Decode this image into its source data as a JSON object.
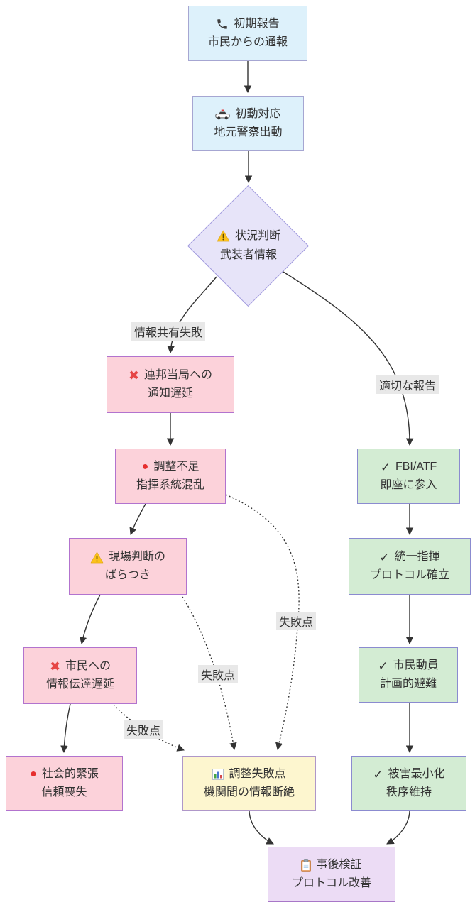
{
  "diagram": {
    "type": "flowchart",
    "nodes": {
      "initial_report": {
        "icon": "phone-icon",
        "line1": "初期報告",
        "line2": "市民からの通報"
      },
      "first_response": {
        "icon": "police-car-icon",
        "line1": "初動対応",
        "line2": "地元警察出動"
      },
      "situation_judgment": {
        "icon": "warning-icon",
        "line1": "状況判断",
        "line2": "武装者情報"
      },
      "notification_delay": {
        "icon": "cross-mark-icon",
        "glyph": "✖",
        "line1": "連邦当局への",
        "line2": "通知遅延"
      },
      "coordination_shortage": {
        "icon": "red-circle-icon",
        "glyph": "●",
        "line1": "調整不足",
        "line2": "指揮系統混乱"
      },
      "onsite_judgment_variation": {
        "icon": "warning-icon",
        "line1": "現場判断の",
        "line2": "ばらつき"
      },
      "citizen_info_delay": {
        "icon": "cross-mark-icon",
        "glyph": "✖",
        "line1": "市民への",
        "line2": "情報伝達遅延"
      },
      "social_tension": {
        "icon": "red-circle-icon",
        "glyph": "●",
        "line1": "社会的緊張",
        "line2": "信頼喪失"
      },
      "fbi_atf_entry": {
        "icon": "check-icon",
        "glyph": "✓",
        "line1": "FBI/ATF",
        "line2": "即座に参入"
      },
      "unified_command": {
        "icon": "check-icon",
        "glyph": "✓",
        "line1": "統一指揮",
        "line2": "プロトコル確立"
      },
      "citizen_mobilization": {
        "icon": "check-icon",
        "glyph": "✓",
        "line1": "市民動員",
        "line2": "計画的避難"
      },
      "damage_minimization": {
        "icon": "check-icon",
        "glyph": "✓",
        "line1": "被害最小化",
        "line2": "秩序維持"
      },
      "coordination_failure_point": {
        "icon": "bar-chart-icon",
        "line1": "調整失敗点",
        "line2": "機関間の情報断絶"
      },
      "post_incident_review": {
        "icon": "clipboard-icon",
        "line1": "事後検証",
        "line2": "プロトコル改善"
      }
    },
    "edge_labels": {
      "info_sharing_failure": "情報共有失敗",
      "appropriate_report": "適切な報告",
      "failure_point_1": "失敗点",
      "failure_point_2": "失敗点",
      "failure_point_3": "失敗点"
    },
    "colors": {
      "process_fill": "#ddf1fb",
      "decision_fill": "#e7e4f9",
      "failure_fill": "#fcd2da",
      "success_fill": "#d3ecd3",
      "analysis_fill": "#fdf6cf",
      "review_fill": "#ecdcf5",
      "node_border_pink": "#b273ce",
      "node_border_green": "#8b8bd0",
      "edge": "#333333",
      "label_bg": "#e8e8e8"
    }
  }
}
